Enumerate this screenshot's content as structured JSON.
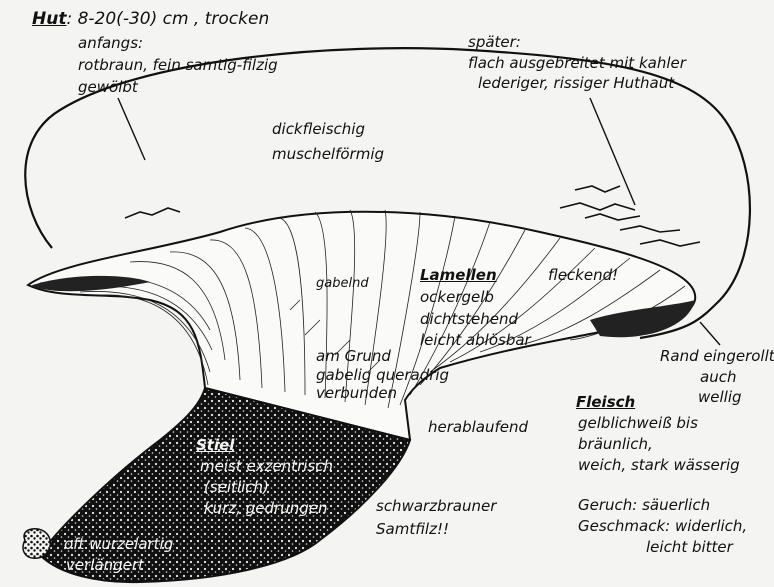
{
  "hut": {
    "heading": "Hut",
    "size": ": 8-20(-30) cm , trocken",
    "early_heading": "anfangs:",
    "early_1": "rotbraun, fein samtig-filzig",
    "early_2": "gewölbt",
    "later_heading": "später:",
    "later_1": "flach ausgebreitet mit kahler",
    "later_2": "lederiger, rissiger Huthaut"
  },
  "cap_body": {
    "line1": "dickfleischig",
    "line2": "muschelförmig"
  },
  "gills": {
    "forked": "gabelnd",
    "heading": "Lamellen",
    "line1": "ockergelb",
    "line2": "dichtstehend",
    "line3": "leicht ablösbar",
    "spotting": "fleckend!",
    "base_1": "am Grund",
    "base_2": "gabelig queradrig",
    "base_3": "verbunden",
    "decurrent": "herablaufend"
  },
  "margin": {
    "line1": "Rand eingerollt,",
    "line2": "auch",
    "line3": "wellig"
  },
  "flesh": {
    "heading": "Fleisch",
    "line1": "gelblichweiß bis",
    "line2": "bräunlich,",
    "line3": "weich, stark wässerig"
  },
  "stem": {
    "heading": "Stiel",
    "line1": "meist exzentrisch",
    "line2": "(seitlich)",
    "line3": "kurz, gedrungen",
    "velvet_1": "schwarzbrauner",
    "velvet_2": "Samtfilz!!",
    "root_1": "oft wurzelartig",
    "root_2": "verlängert"
  },
  "smell_taste": {
    "smell": "Geruch: säuerlich",
    "taste": "Geschmack: widerlich,",
    "taste_2": "leicht bitter"
  }
}
